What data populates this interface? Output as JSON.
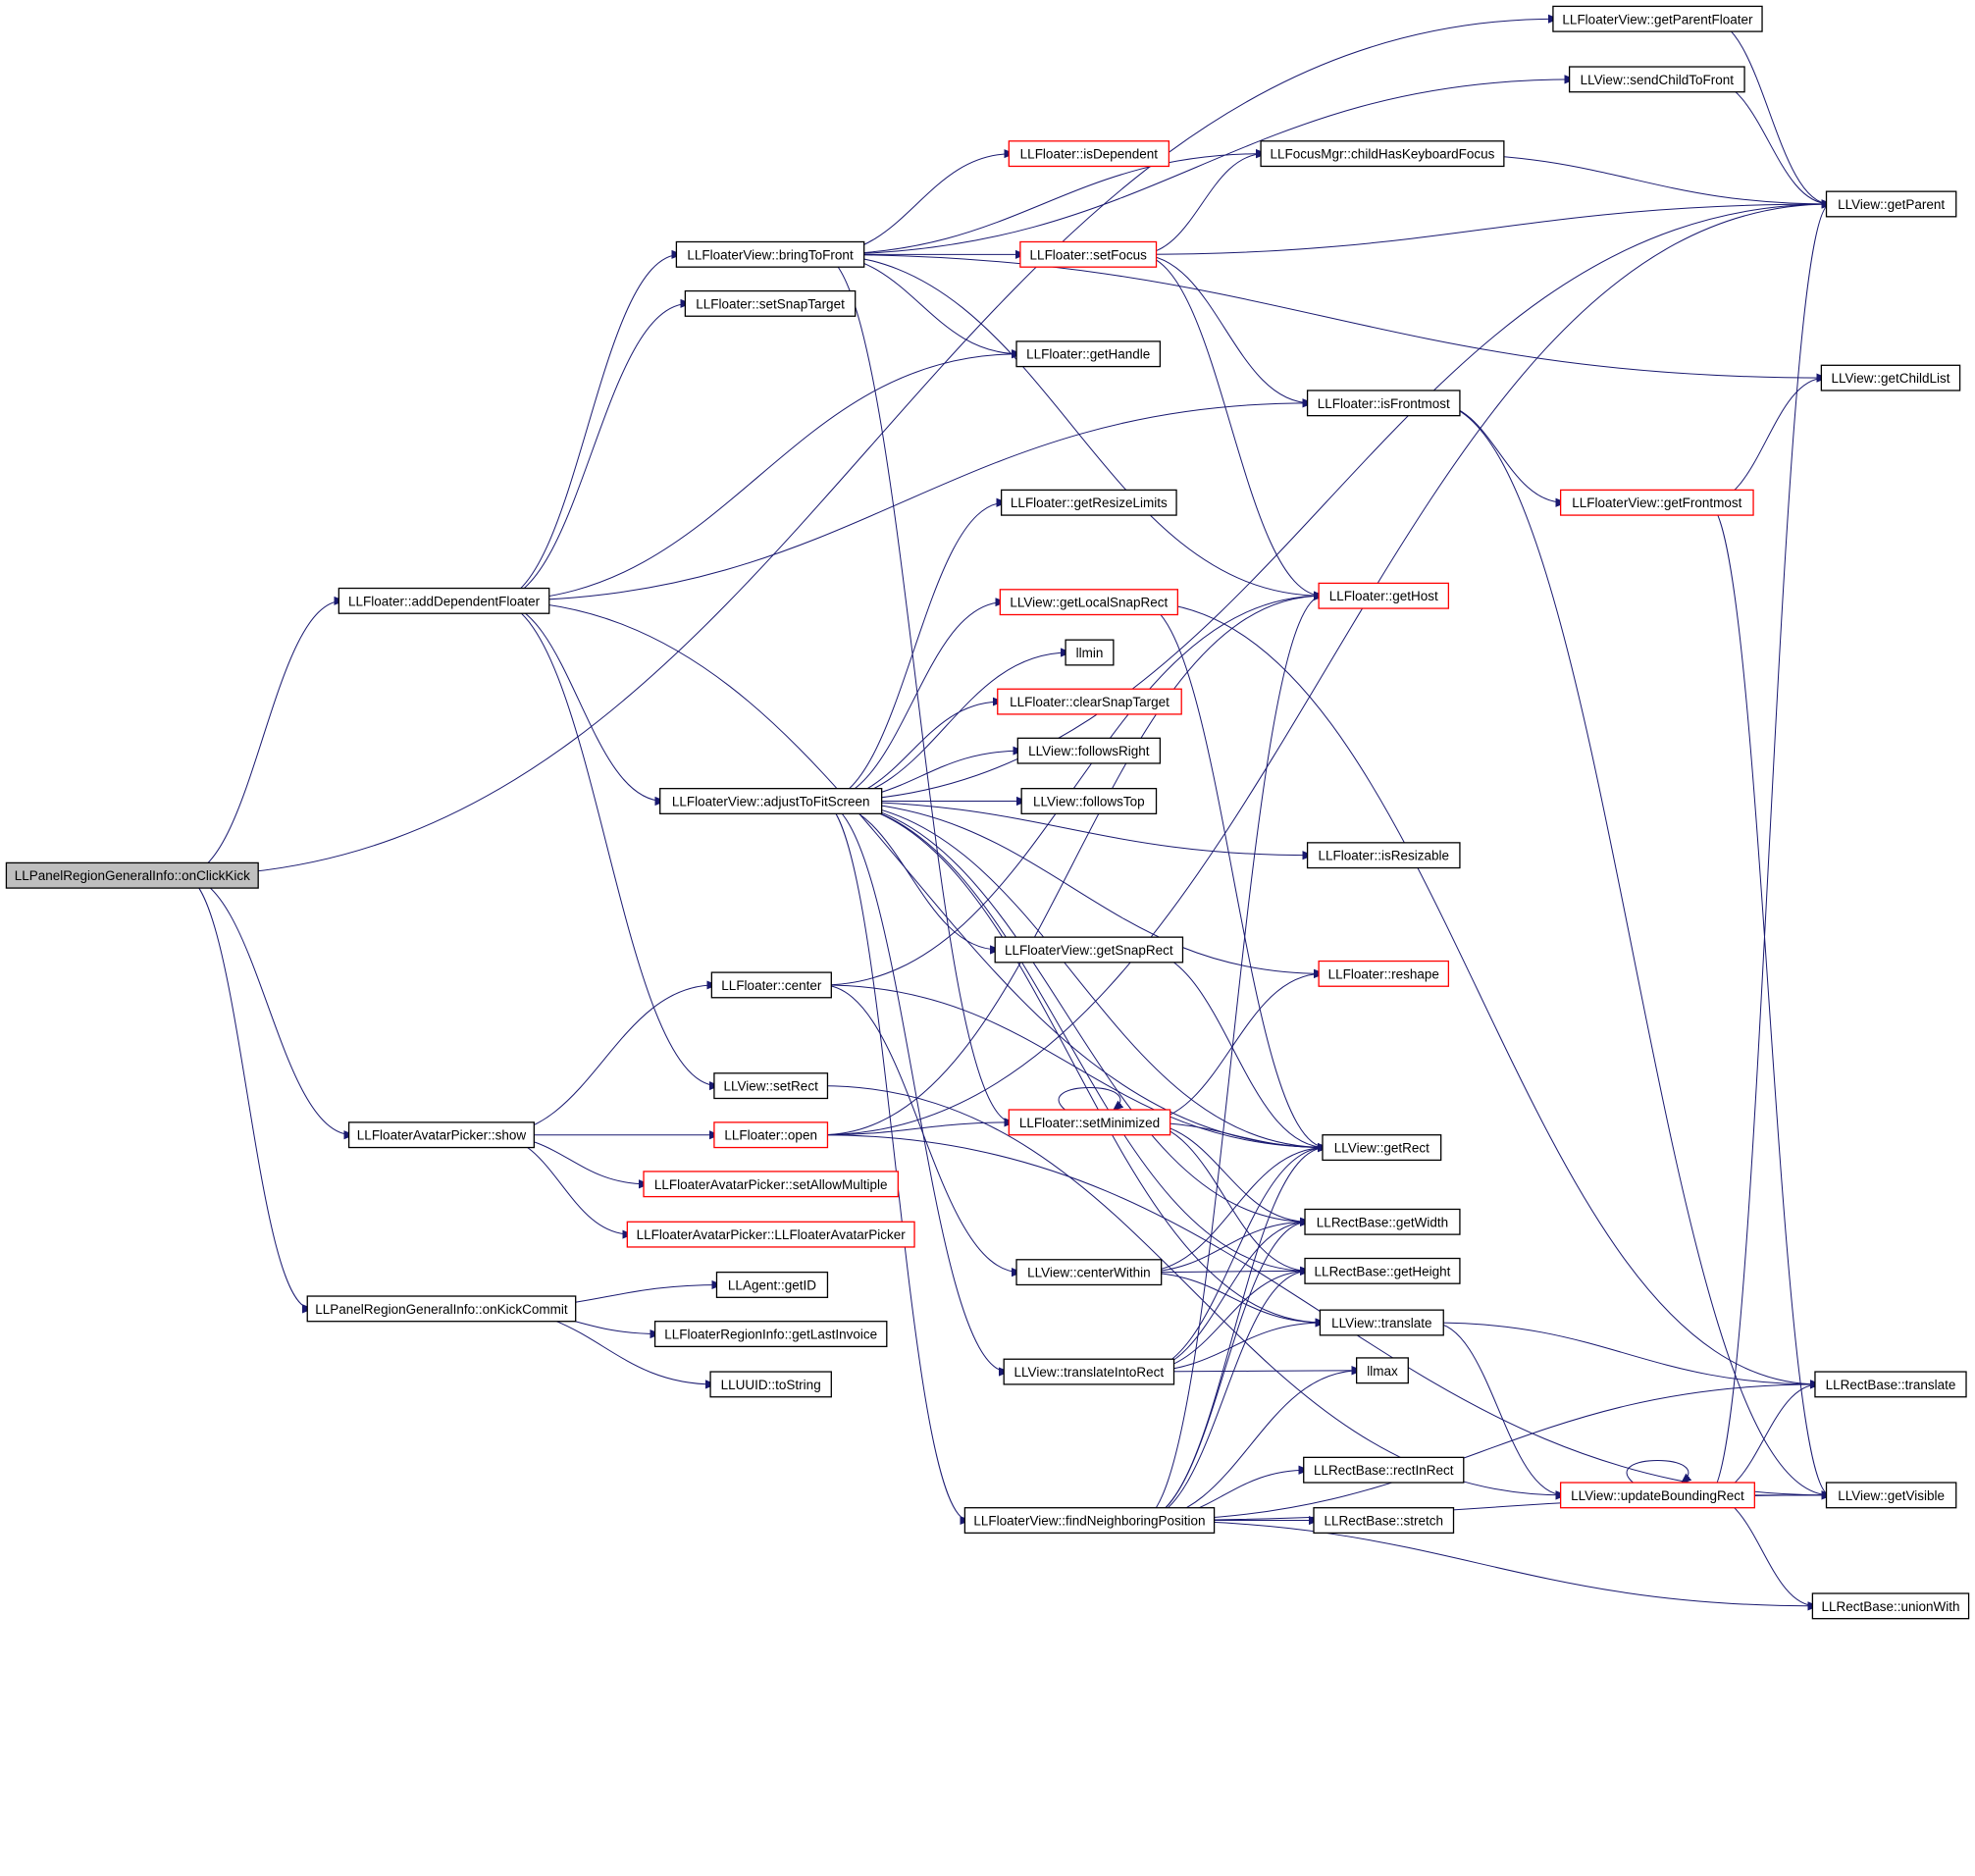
{
  "nodes": [
    {
      "id": "onClickKick",
      "label": "LLPanelRegionGeneralInfo::onClickKick",
      "border": "black",
      "root": true
    },
    {
      "id": "addDependentFloater",
      "label": "LLFloater::addDependentFloater",
      "border": "black"
    },
    {
      "id": "avatarPickerShow",
      "label": "LLFloaterAvatarPicker::show",
      "border": "black"
    },
    {
      "id": "onKickCommit",
      "label": "LLPanelRegionGeneralInfo::onKickCommit",
      "border": "black"
    },
    {
      "id": "bringToFront",
      "label": "LLFloaterView::bringToFront",
      "border": "black"
    },
    {
      "id": "setSnapTarget",
      "label": "LLFloater::setSnapTarget",
      "border": "black"
    },
    {
      "id": "adjustToFitScreen",
      "label": "LLFloaterView::adjustToFitScreen",
      "border": "black"
    },
    {
      "id": "center",
      "label": "LLFloater::center",
      "border": "black"
    },
    {
      "id": "setRect",
      "label": "LLView::setRect",
      "border": "black"
    },
    {
      "id": "open",
      "label": "LLFloater::open",
      "border": "red"
    },
    {
      "id": "setAllowMultiple",
      "label": "LLFloaterAvatarPicker::setAllowMultiple",
      "border": "red"
    },
    {
      "id": "avatarPickerCtor",
      "label": "LLFloaterAvatarPicker::LLFloaterAvatarPicker",
      "border": "red"
    },
    {
      "id": "getID",
      "label": "LLAgent::getID",
      "border": "black"
    },
    {
      "id": "getLastInvoice",
      "label": "LLFloaterRegionInfo::getLastInvoice",
      "border": "black"
    },
    {
      "id": "toString",
      "label": "LLUUID::toString",
      "border": "black"
    },
    {
      "id": "isDependent",
      "label": "LLFloater::isDependent",
      "border": "red"
    },
    {
      "id": "setFocus",
      "label": "LLFloater::setFocus",
      "border": "red"
    },
    {
      "id": "getHandle",
      "label": "LLFloater::getHandle",
      "border": "black"
    },
    {
      "id": "getResizeLimits",
      "label": "LLFloater::getResizeLimits",
      "border": "black"
    },
    {
      "id": "getLocalSnapRect",
      "label": "LLView::getLocalSnapRect",
      "border": "red"
    },
    {
      "id": "llmin",
      "label": "llmin",
      "border": "black"
    },
    {
      "id": "clearSnapTarget",
      "label": "LLFloater::clearSnapTarget",
      "border": "red"
    },
    {
      "id": "followsRight",
      "label": "LLView::followsRight",
      "border": "black"
    },
    {
      "id": "followsTop",
      "label": "LLView::followsTop",
      "border": "black"
    },
    {
      "id": "getSnapRect",
      "label": "LLFloaterView::getSnapRect",
      "border": "black"
    },
    {
      "id": "setMinimized",
      "label": "LLFloater::setMinimized",
      "border": "red"
    },
    {
      "id": "centerWithin",
      "label": "LLView::centerWithin",
      "border": "black"
    },
    {
      "id": "translateIntoRect",
      "label": "LLView::translateIntoRect",
      "border": "black"
    },
    {
      "id": "findNeighboringPosition",
      "label": "LLFloaterView::findNeighboringPosition",
      "border": "black"
    },
    {
      "id": "childHasKeyboardFocus",
      "label": "LLFocusMgr::childHasKeyboardFocus",
      "border": "black"
    },
    {
      "id": "isFrontmost",
      "label": "LLFloater::isFrontmost",
      "border": "black"
    },
    {
      "id": "getHost",
      "label": "LLFloater::getHost",
      "border": "red"
    },
    {
      "id": "isResizable",
      "label": "LLFloater::isResizable",
      "border": "black"
    },
    {
      "id": "reshape",
      "label": "LLFloater::reshape",
      "border": "red"
    },
    {
      "id": "getRect",
      "label": "LLView::getRect",
      "border": "black"
    },
    {
      "id": "getWidth",
      "label": "LLRectBase::getWidth",
      "border": "black"
    },
    {
      "id": "getHeight",
      "label": "LLRectBase::getHeight",
      "border": "black"
    },
    {
      "id": "viewTranslate",
      "label": "LLView::translate",
      "border": "black"
    },
    {
      "id": "llmax",
      "label": "llmax",
      "border": "black"
    },
    {
      "id": "rectInRect",
      "label": "LLRectBase::rectInRect",
      "border": "black"
    },
    {
      "id": "stretch",
      "label": "LLRectBase::stretch",
      "border": "black"
    },
    {
      "id": "getParentFloater",
      "label": "LLFloaterView::getParentFloater",
      "border": "black"
    },
    {
      "id": "sendChildToFront",
      "label": "LLView::sendChildToFront",
      "border": "black"
    },
    {
      "id": "getFrontmost",
      "label": "LLFloaterView::getFrontmost",
      "border": "red"
    },
    {
      "id": "updateBoundingRect",
      "label": "LLView::updateBoundingRect",
      "border": "red"
    },
    {
      "id": "getParent",
      "label": "LLView::getParent",
      "border": "black"
    },
    {
      "id": "getChildList",
      "label": "LLView::getChildList",
      "border": "black"
    },
    {
      "id": "rectTranslate",
      "label": "LLRectBase::translate",
      "border": "black"
    },
    {
      "id": "getVisible",
      "label": "LLView::getVisible",
      "border": "black"
    },
    {
      "id": "unionWith",
      "label": "LLRectBase::unionWith",
      "border": "black"
    }
  ],
  "edges": [
    [
      "onClickKick",
      "getParentFloater"
    ],
    [
      "onClickKick",
      "addDependentFloater"
    ],
    [
      "onClickKick",
      "avatarPickerShow"
    ],
    [
      "onClickKick",
      "onKickCommit"
    ],
    [
      "addDependentFloater",
      "bringToFront"
    ],
    [
      "addDependentFloater",
      "setSnapTarget"
    ],
    [
      "addDependentFloater",
      "getHandle"
    ],
    [
      "addDependentFloater",
      "isFrontmost"
    ],
    [
      "addDependentFloater",
      "adjustToFitScreen"
    ],
    [
      "addDependentFloater",
      "setRect"
    ],
    [
      "addDependentFloater",
      "getRect"
    ],
    [
      "avatarPickerShow",
      "center"
    ],
    [
      "avatarPickerShow",
      "open"
    ],
    [
      "avatarPickerShow",
      "setAllowMultiple"
    ],
    [
      "avatarPickerShow",
      "avatarPickerCtor"
    ],
    [
      "onKickCommit",
      "getID"
    ],
    [
      "onKickCommit",
      "getLastInvoice"
    ],
    [
      "onKickCommit",
      "toString"
    ],
    [
      "bringToFront",
      "sendChildToFront"
    ],
    [
      "bringToFront",
      "childHasKeyboardFocus"
    ],
    [
      "bringToFront",
      "isDependent"
    ],
    [
      "bringToFront",
      "setFocus"
    ],
    [
      "bringToFront",
      "getHandle"
    ],
    [
      "bringToFront",
      "getChildList"
    ],
    [
      "bringToFront",
      "getHost"
    ],
    [
      "bringToFront",
      "setMinimized"
    ],
    [
      "adjustToFitScreen",
      "getParent"
    ],
    [
      "adjustToFitScreen",
      "getResizeLimits"
    ],
    [
      "adjustToFitScreen",
      "getLocalSnapRect"
    ],
    [
      "adjustToFitScreen",
      "llmin"
    ],
    [
      "adjustToFitScreen",
      "clearSnapTarget"
    ],
    [
      "adjustToFitScreen",
      "followsRight"
    ],
    [
      "adjustToFitScreen",
      "followsTop"
    ],
    [
      "adjustToFitScreen",
      "isResizable"
    ],
    [
      "adjustToFitScreen",
      "reshape"
    ],
    [
      "adjustToFitScreen",
      "getSnapRect"
    ],
    [
      "adjustToFitScreen",
      "getRect"
    ],
    [
      "adjustToFitScreen",
      "getWidth"
    ],
    [
      "adjustToFitScreen",
      "getHeight"
    ],
    [
      "adjustToFitScreen",
      "viewTranslate"
    ],
    [
      "adjustToFitScreen",
      "translateIntoRect"
    ],
    [
      "adjustToFitScreen",
      "findNeighboringPosition"
    ],
    [
      "center",
      "getHost"
    ],
    [
      "center",
      "centerWithin"
    ],
    [
      "center",
      "getRect"
    ],
    [
      "setRect",
      "updateBoundingRect"
    ],
    [
      "open",
      "setMinimized"
    ],
    [
      "open",
      "getHost"
    ],
    [
      "open",
      "getVisible"
    ],
    [
      "open",
      "getParent"
    ],
    [
      "setFocus",
      "childHasKeyboardFocus"
    ],
    [
      "setFocus",
      "isFrontmost"
    ],
    [
      "setFocus",
      "getParent"
    ],
    [
      "setFocus",
      "getHost"
    ],
    [
      "isFrontmost",
      "getFrontmost"
    ],
    [
      "isFrontmost",
      "getVisible"
    ],
    [
      "getFrontmost",
      "getChildList"
    ],
    [
      "getFrontmost",
      "getVisible"
    ],
    [
      "getLocalSnapRect",
      "getRect"
    ],
    [
      "getLocalSnapRect",
      "rectTranslate"
    ],
    [
      "getSnapRect",
      "getRect"
    ],
    [
      "setMinimized",
      "setMinimized"
    ],
    [
      "setMinimized",
      "reshape"
    ],
    [
      "setMinimized",
      "getRect"
    ],
    [
      "setMinimized",
      "getWidth"
    ],
    [
      "setMinimized",
      "getHeight"
    ],
    [
      "centerWithin",
      "getRect"
    ],
    [
      "centerWithin",
      "getWidth"
    ],
    [
      "centerWithin",
      "getHeight"
    ],
    [
      "centerWithin",
      "viewTranslate"
    ],
    [
      "translateIntoRect",
      "getRect"
    ],
    [
      "translateIntoRect",
      "getWidth"
    ],
    [
      "translateIntoRect",
      "getHeight"
    ],
    [
      "translateIntoRect",
      "viewTranslate"
    ],
    [
      "translateIntoRect",
      "llmax"
    ],
    [
      "findNeighboringPosition",
      "getRect"
    ],
    [
      "findNeighboringPosition",
      "getWidth"
    ],
    [
      "findNeighboringPosition",
      "getHeight"
    ],
    [
      "findNeighboringPosition",
      "llmax"
    ],
    [
      "findNeighboringPosition",
      "rectInRect"
    ],
    [
      "findNeighboringPosition",
      "stretch"
    ],
    [
      "findNeighboringPosition",
      "rectTranslate"
    ],
    [
      "findNeighboringPosition",
      "getVisible"
    ],
    [
      "findNeighboringPosition",
      "unionWith"
    ],
    [
      "findNeighboringPosition",
      "getHost"
    ],
    [
      "viewTranslate",
      "rectTranslate"
    ],
    [
      "viewTranslate",
      "updateBoundingRect"
    ],
    [
      "updateBoundingRect",
      "updateBoundingRect"
    ],
    [
      "updateBoundingRect",
      "getParent"
    ],
    [
      "updateBoundingRect",
      "rectTranslate"
    ],
    [
      "updateBoundingRect",
      "getVisible"
    ],
    [
      "updateBoundingRect",
      "unionWith"
    ],
    [
      "childHasKeyboardFocus",
      "getParent"
    ],
    [
      "getParentFloater",
      "getParent"
    ],
    [
      "sendChildToFront",
      "getParent"
    ]
  ]
}
